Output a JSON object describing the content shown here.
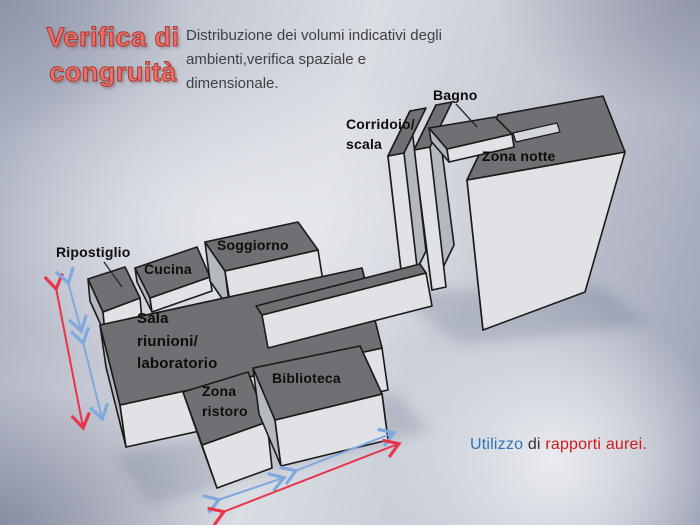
{
  "slide": {
    "title": "Verifica di\ncongruità",
    "description": "Distribuzione dei volumi indicativi degli ambienti,verifica spaziale e dimensionale.",
    "footer": {
      "utilizzo": "Utilizzo",
      "di": " di ",
      "rapporti_aurei": "rapporti aurei."
    }
  },
  "diagram": {
    "labels": {
      "ripostiglio": "Ripostiglio",
      "cucina": "Cucina",
      "soggiorno": "Soggiorno",
      "sala": "Sala\nriunioni/\nlaboratorio",
      "zona_ristoro": "Zona\nristoro",
      "biblioteca": "Biblioteca",
      "corridoio": "Corridoio/\nscala",
      "bagno": "Bagno",
      "zona_notte": "Zona notte"
    },
    "colors": {
      "box_top": "#6e7073",
      "box_front": "#e0e2e5",
      "box_side": "#b4b8bf",
      "outline": "#1a1a1a",
      "arrow_red": "#e8354a",
      "arrow_blue": "#7fa8de",
      "title_fill": "#ea726d",
      "title_outline": "#ad3a32",
      "footer_blue": "#2e75b6",
      "footer_red": "#d01a1a",
      "label": "#0d0d0d",
      "description": "#3e4045"
    }
  }
}
